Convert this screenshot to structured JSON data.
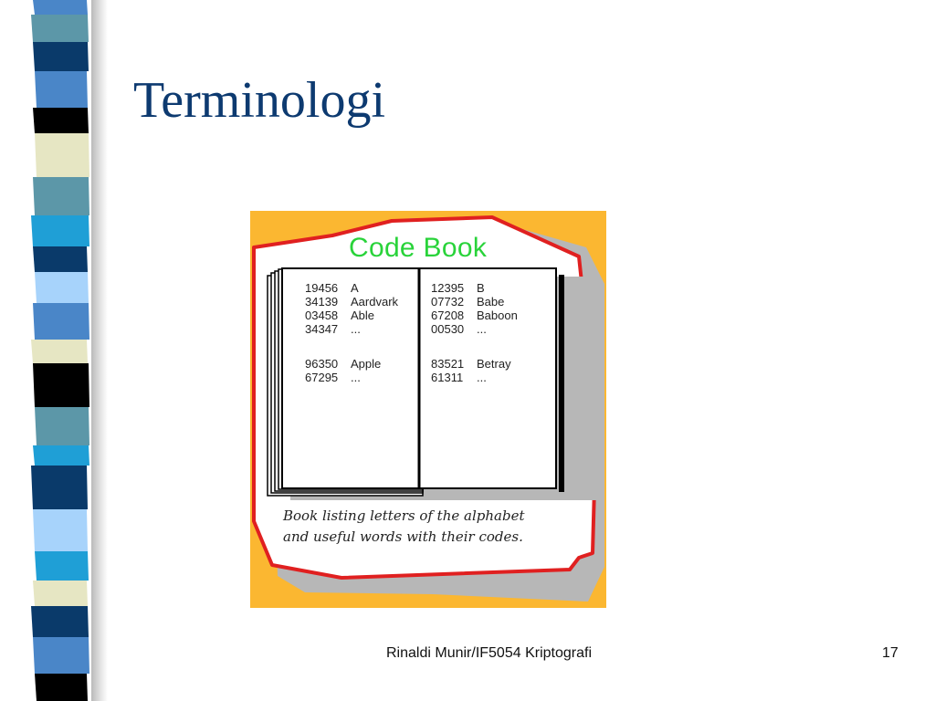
{
  "slide": {
    "title": "Terminologi",
    "footer": "Rinaldi Munir/IF5054 Kriptografi",
    "page_number": "17"
  },
  "figure": {
    "title": "Code Book",
    "left_page": [
      {
        "code": "19456",
        "word": "A"
      },
      {
        "code": "34139",
        "word": "Aardvark"
      },
      {
        "code": "03458",
        "word": "Able"
      },
      {
        "code": "34347",
        "word": "..."
      },
      {
        "code": "96350",
        "word": "Apple"
      },
      {
        "code": "67295",
        "word": "..."
      }
    ],
    "right_page": [
      {
        "code": "12395",
        "word": "B"
      },
      {
        "code": "07732",
        "word": "Babe"
      },
      {
        "code": "67208",
        "word": "Baboon"
      },
      {
        "code": "00530",
        "word": "..."
      },
      {
        "code": "83521",
        "word": "Betray"
      },
      {
        "code": "61311",
        "word": "..."
      }
    ],
    "caption_line1": "Book listing letters of the alphabet",
    "caption_line2": "and useful words with their codes."
  },
  "colors": {
    "title": "#0d3a70",
    "figure_background": "#fbb731",
    "code_book_title": "#29d33a",
    "bubble_outline": "#e02020",
    "strip_palette": [
      "#0a3a6a",
      "#4a86c8",
      "#1f9fd6",
      "#e6e6c3",
      "#000000",
      "#5c97a8",
      "#a7d3fb"
    ]
  }
}
